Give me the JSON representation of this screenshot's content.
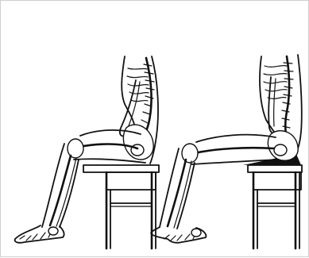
{
  "figure": {
    "panels": [
      {
        "id": "left",
        "posture": "slumped",
        "wedge": false
      },
      {
        "id": "right",
        "posture": "upright",
        "wedge": true
      }
    ],
    "colors": {
      "ink": "#111111",
      "background": "#ffffff",
      "border": "#cfcfcf"
    }
  }
}
